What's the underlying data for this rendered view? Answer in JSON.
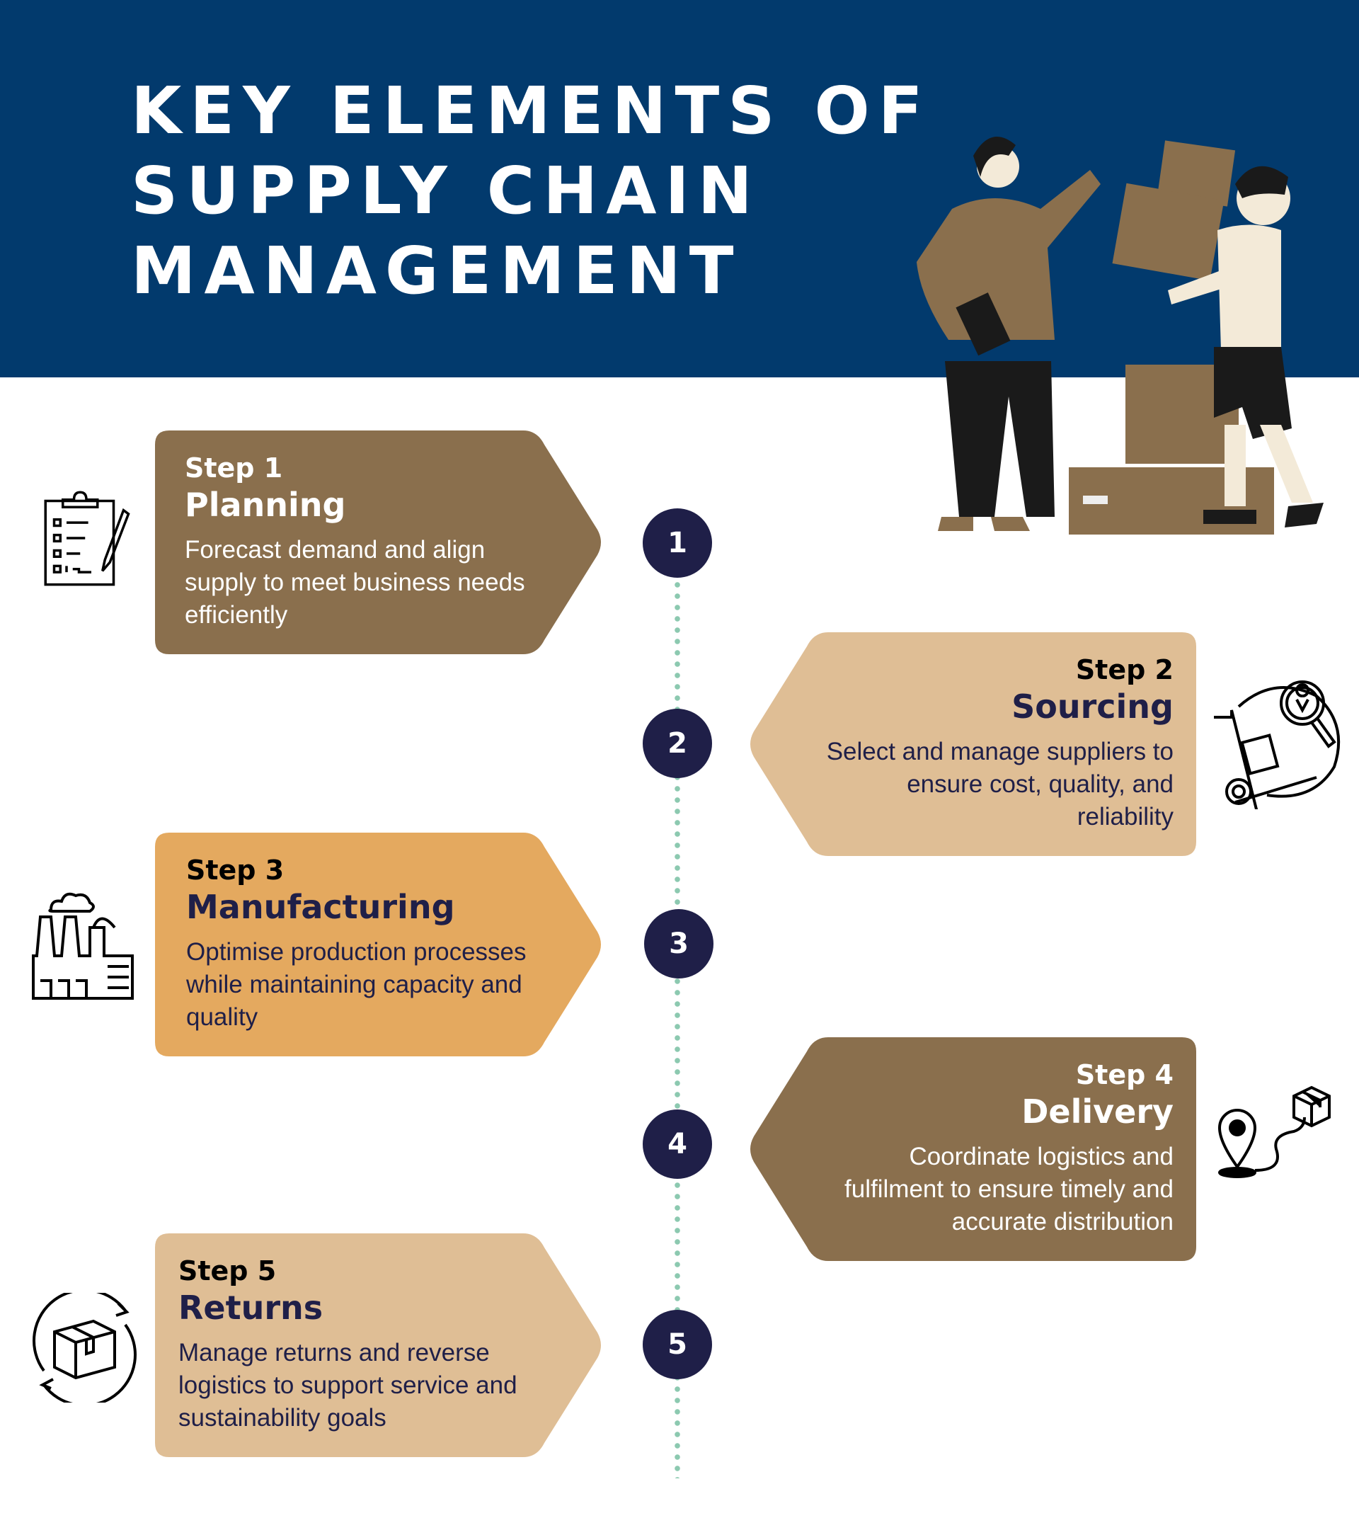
{
  "header": {
    "title_lines": [
      "Key Elements of",
      "Supply Chain",
      "Management"
    ]
  },
  "colors": {
    "header": "#023a6d",
    "brown": "#8a6f4d",
    "tan": "#dfbe95",
    "orange": "#e4a95f",
    "navy": "#1f1f48",
    "dots": "#8cc9b0"
  },
  "steps": [
    {
      "number": "1",
      "step": "Step 1",
      "name": "Planning",
      "desc": "Forecast demand and align supply to meet business needs efficiently",
      "icon": "clipboard-checklist-icon"
    },
    {
      "number": "2",
      "step": "Step 2",
      "name": "Sourcing",
      "desc": "Select and manage suppliers to ensure cost, quality, and reliability",
      "icon": "global-sourcing-icon"
    },
    {
      "number": "3",
      "step": "Step 3",
      "name": "Manufacturing",
      "desc": "Optimise production processes while maintaining capacity and quality",
      "icon": "factory-icon"
    },
    {
      "number": "4",
      "step": "Step 4",
      "name": "Delivery",
      "desc": "Coordinate logistics and fulfilment to ensure timely and accurate distribution",
      "icon": "delivery-route-icon"
    },
    {
      "number": "5",
      "step": "Step 5",
      "name": "Returns",
      "desc": "Manage returns and reverse logistics to support service and sustainability goals",
      "icon": "returns-box-icon"
    }
  ]
}
